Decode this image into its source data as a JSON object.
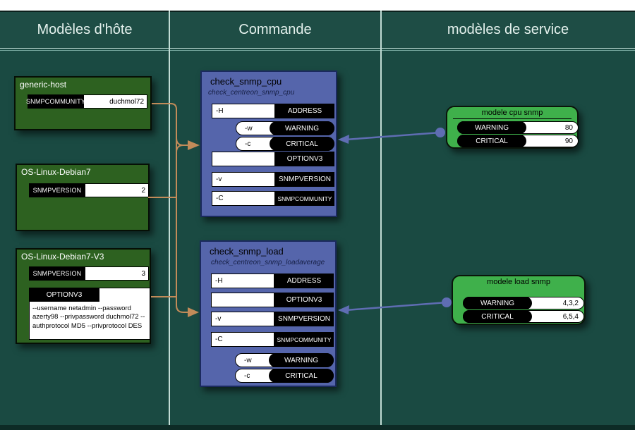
{
  "header": {
    "columns": [
      {
        "label": "Modèles d'hôte"
      },
      {
        "label": "Commande"
      },
      {
        "label": "modèles de service"
      }
    ]
  },
  "host_templates": [
    {
      "name": "generic-host",
      "fields": [
        {
          "label": "SNMPCOMMUNITY",
          "value": "duchmol72"
        }
      ]
    },
    {
      "name": "OS-Linux-Debian7",
      "fields": [
        {
          "label": "SNMPVERSION",
          "value": "2"
        }
      ]
    },
    {
      "name": "OS-Linux-Debian7-V3",
      "fields": [
        {
          "label": "SNMPVERSION",
          "value": "3"
        }
      ],
      "option": {
        "label": "OPTIONV3",
        "text": "--username netadmin --password azerty98 --privpassword duchmol72 --authprotocol MD5 --privprotocol DES"
      }
    }
  ],
  "commands": [
    {
      "name": "check_snmp_cpu",
      "subtitle": "check_centreon_snmp_cpu",
      "rows": [
        {
          "arg": "-H",
          "macro": "ADDRESS",
          "shape": "rect"
        },
        {
          "arg": "-w",
          "macro": "WARNING",
          "shape": "pill"
        },
        {
          "arg": "-c",
          "macro": "CRITICAL",
          "shape": "pill"
        },
        {
          "arg": "",
          "macro": "OPTIONV3",
          "shape": "rect"
        },
        {
          "arg": "-v",
          "macro": "SNMPVERSION",
          "shape": "rect"
        },
        {
          "arg": "-C",
          "macro": "SNMPCOMMUNITY",
          "shape": "rect"
        }
      ]
    },
    {
      "name": "check_snmp_load",
      "subtitle": "check_centreon_snmp_loadaverage",
      "rows": [
        {
          "arg": "-H",
          "macro": "ADDRESS",
          "shape": "rect"
        },
        {
          "arg": "",
          "macro": "OPTIONV3",
          "shape": "rect"
        },
        {
          "arg": "-v",
          "macro": "SNMPVERSION",
          "shape": "rect"
        },
        {
          "arg": "-C",
          "macro": "SNMPCOMMUNITY",
          "shape": "rect"
        },
        {
          "arg": "-w",
          "macro": "WARNING",
          "shape": "pill"
        },
        {
          "arg": "-c",
          "macro": "CRITICAL",
          "shape": "pill"
        }
      ]
    }
  ],
  "service_templates": [
    {
      "name": "modele cpu snmp",
      "underline": true,
      "fields": [
        {
          "label": "WARNING",
          "value": "80"
        },
        {
          "label": "CRITICAL",
          "value": "90"
        }
      ]
    },
    {
      "name": "modele load snmp",
      "underline": false,
      "fields": [
        {
          "label": "WARNING",
          "value": "4,3,2"
        },
        {
          "label": "CRITICAL",
          "value": "6,5,4"
        }
      ]
    }
  ],
  "connections": [
    {
      "from": "host templates",
      "to": "check_snmp_cpu",
      "style": "orange-arrow"
    },
    {
      "from": "host templates",
      "to": "check_snmp_load",
      "style": "orange-arrow"
    },
    {
      "from": "modele cpu snmp",
      "to": "check_snmp_cpu",
      "style": "purple-arrow"
    },
    {
      "from": "modele load snmp",
      "to": "check_snmp_load",
      "style": "purple-arrow"
    }
  ],
  "colors": {
    "background": "#1a4a42",
    "header_bg": "#1e4d45",
    "host_box": "#2d6120",
    "command_box": "#5565ab",
    "service_box": "#3fb04b",
    "host_link": "#c28b59",
    "service_link": "#5f6db3"
  }
}
